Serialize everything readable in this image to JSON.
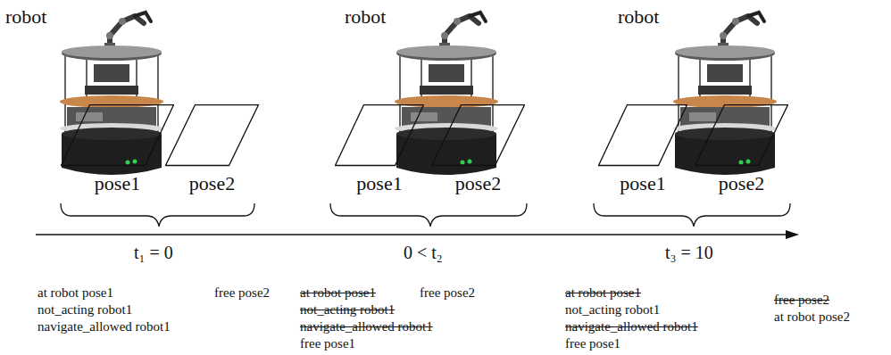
{
  "diagram": {
    "nodes": [
      {
        "text": [
          "pose1"
        ]
      },
      {
        "text": [
          "pose2"
        ]
      },
      {
        "text": [
          "pose1"
        ]
      },
      {
        "text": [
          "pose2"
        ]
      },
      {
        "text": [
          "pose1"
        ]
      },
      {
        "text": [
          "pose2"
        ]
      }
    ],
    "labels": [
      "robot",
      "robot",
      "robot",
      "t₁ = 0",
      "0 < t₂",
      "t₃ = 10",
      "at robot pose1",
      "free pose2",
      "not_acting robot1",
      "navigate_allowed robot1",
      "at robot pose1",
      "free pose2",
      "not_acting robot1",
      "navigate_allowed robot1",
      "free pose1",
      "at robot pose1",
      "free pose2",
      "not_acting robot1",
      "navigate_allowed robot1",
      "at robot pose2",
      "free pose1"
    ]
  }
}
